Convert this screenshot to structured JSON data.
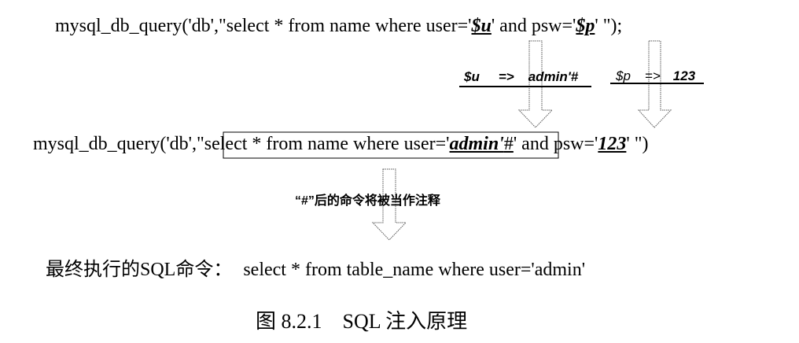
{
  "line1": {
    "prefix": "mysql_db_query('db',\"select * from name where user='",
    "u": "$u",
    "mid": "' and psw='",
    "p": "$p",
    "suffix": "' \");"
  },
  "sub_u": {
    "var": "$u",
    "arrow": "=>",
    "value": "admin'#"
  },
  "sub_p": {
    "var": "$p",
    "arrow": "=>",
    "value": "123"
  },
  "line2": {
    "prefix": "mysql_db_query('db',\"",
    "boxed": "select * from name where user='",
    "admin": "admin'",
    "hash": "#",
    "mid": "' and psw='",
    "p": "123",
    "suffix": "' \")"
  },
  "comment_note": "“#”后的命令将被当作注释",
  "final": {
    "label": "最终执行的SQL命令：",
    "sql": "select * from table_name where user='admin'"
  },
  "caption": "图 8.2.1    SQL 注入原理"
}
